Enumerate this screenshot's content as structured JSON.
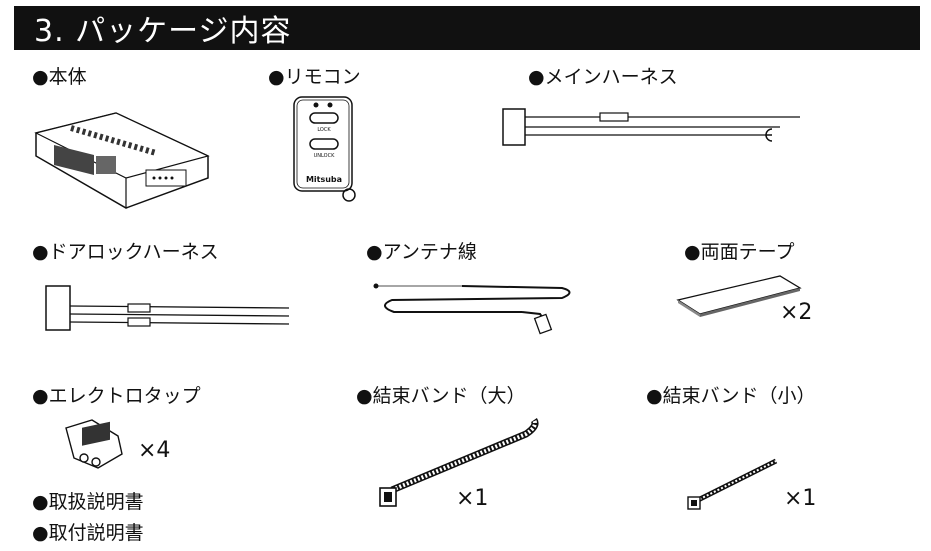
{
  "section_title": "3. パッケージ内容",
  "items": {
    "main_unit": {
      "label": "●本体"
    },
    "remote": {
      "label": "●リモコン",
      "btn_top": "LOCK",
      "btn_bottom": "UNLOCK",
      "brand": "Mitsuba"
    },
    "main_harness": {
      "label": "●メインハーネス"
    },
    "door_lock_harness": {
      "label": "●ドアロックハーネス"
    },
    "antenna": {
      "label": "●アンテナ線"
    },
    "tape": {
      "label": "●両面テープ",
      "qty": "×2"
    },
    "electro_tap": {
      "label": "●エレクトロタップ",
      "qty": "×4"
    },
    "tie_large": {
      "label": "●結束バンド（大）",
      "qty": "×1"
    },
    "tie_small": {
      "label": "●結束バンド（小）",
      "qty": "×1"
    },
    "manual_handling": {
      "label": "●取扱説明書"
    },
    "manual_install": {
      "label": "●取付説明書"
    }
  }
}
